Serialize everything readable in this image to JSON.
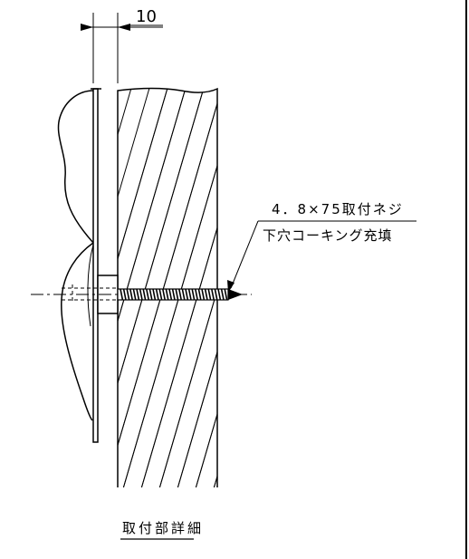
{
  "dimension": {
    "value": "10"
  },
  "callout": {
    "line1": "4．8×75取付ネジ",
    "line2": "下穴コーキング充填"
  },
  "caption": {
    "title": "取付部詳細"
  },
  "colors": {
    "ink": "#000000",
    "paper": "#ffffff"
  }
}
